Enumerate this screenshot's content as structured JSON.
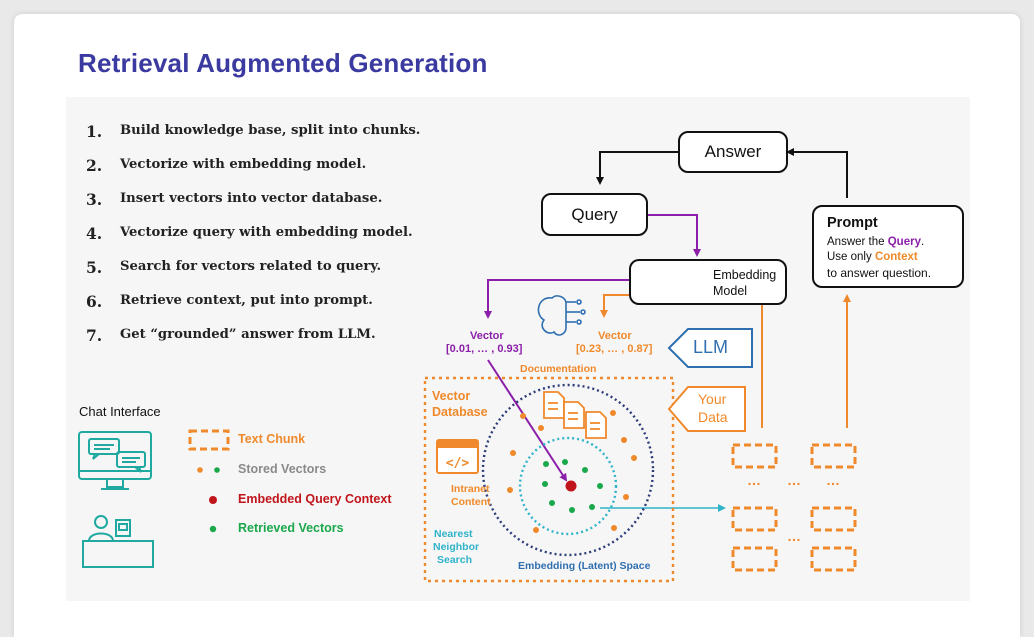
{
  "title": "Retrieval Augmented Generation",
  "steps": [
    {
      "num": "1.",
      "text": "Build knowledge base, split into chunks."
    },
    {
      "num": "2.",
      "text": "Vectorize with embedding model."
    },
    {
      "num": "3.",
      "text": "Insert vectors into vector database."
    },
    {
      "num": "4.",
      "text": "Vectorize query with embedding model."
    },
    {
      "num": "5.",
      "text": "Search for vectors related to query."
    },
    {
      "num": "6.",
      "text": "Retrieve context, put into prompt."
    },
    {
      "num": "7.",
      "text": "Get “grounded” answer from LLM."
    }
  ],
  "chat_interface": "Chat Interface",
  "legend": {
    "text_chunk": "Text Chunk",
    "stored_vectors": "Stored Vectors",
    "embedded_query": "Embedded Query Context",
    "retrieved_vectors": "Retrieved Vectors"
  },
  "answer": "Answer",
  "query": "Query",
  "prompt": {
    "title": "Prompt",
    "line1_pre": "Answer the ",
    "line1_query": "Query",
    "line1_post": ".",
    "line2_pre": "Use only ",
    "line2_context": "Context",
    "line3": "to answer question."
  },
  "embedding_model": {
    "line1": "Embedding",
    "line2": "Model"
  },
  "vector_query": {
    "label": "Vector",
    "value": "[0.01, … , 0.93]"
  },
  "vector_doc": {
    "label": "Vector",
    "value": "[0.23, … , 0.87]"
  },
  "documentation": "Documentation",
  "llm": "LLM",
  "your_data": {
    "line1": "Your",
    "line2": "Data"
  },
  "vector_database": {
    "line1": "Vector",
    "line2": "Database"
  },
  "intranet_content": {
    "line1": "Intranet",
    "line2": "Content"
  },
  "nearest_neighbor": {
    "line1": "Nearest",
    "line2": "Neighbor",
    "line3": "Search"
  },
  "embedding_space": "Embedding (Latent) Space",
  "chunk_ellipsis": "…",
  "colors": {
    "title": "#3a3aa0",
    "purple": "#8b1fa9",
    "orange": "#f0892b",
    "red": "#c0151b",
    "green": "#1aa84b",
    "teal": "#2fb3c9",
    "navy": "#2b3b78",
    "blue": "#2f6fb0"
  }
}
